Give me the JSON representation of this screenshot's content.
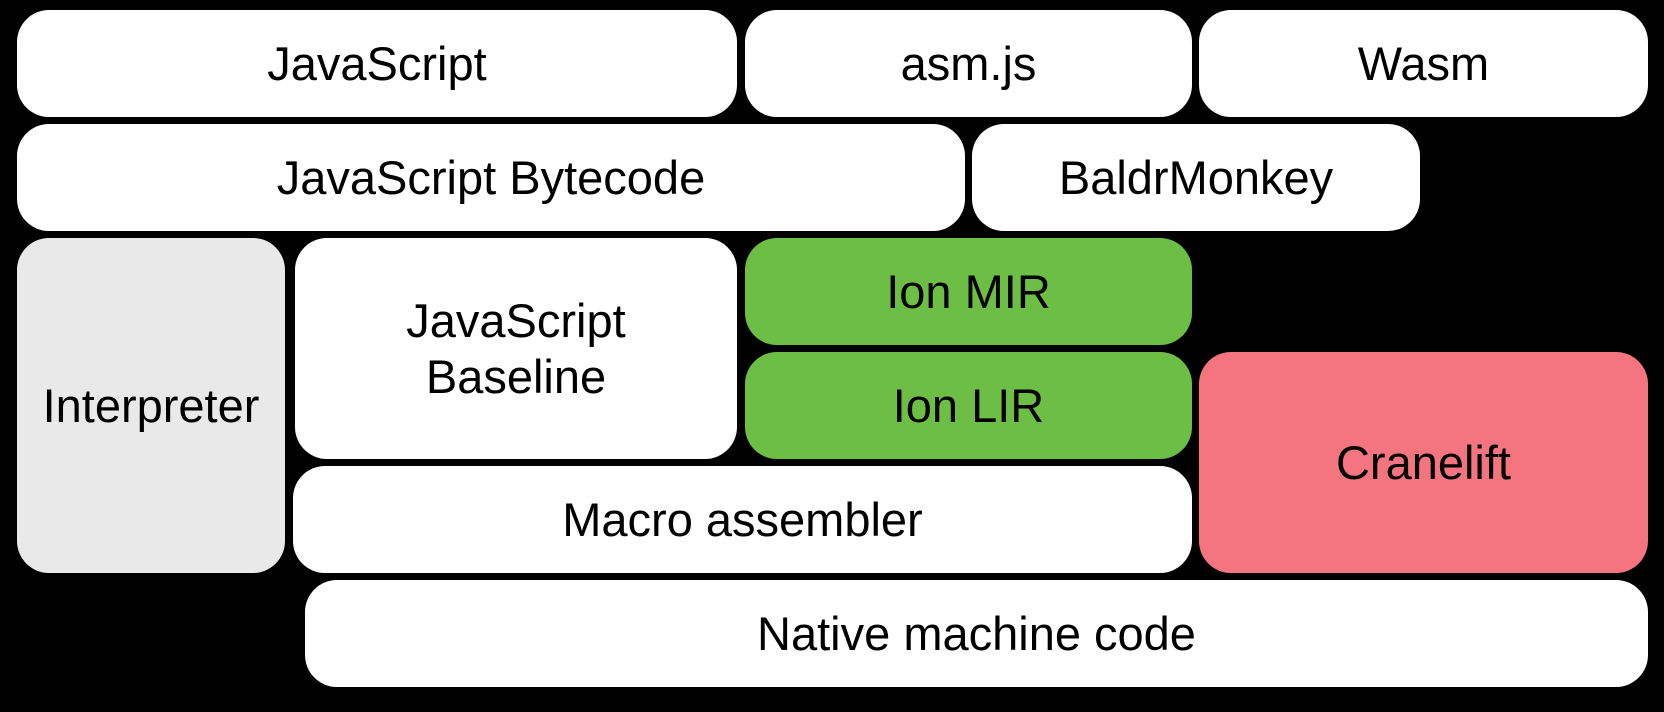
{
  "colors": {
    "background": "#000000",
    "white": "#FFFFFF",
    "gray": "#E9E9E9",
    "green": "#6CBE45",
    "pink": "#F4757F",
    "text": "#000000"
  },
  "diagram": {
    "nodes": {
      "javascript": {
        "label": "JavaScript",
        "fill": "white"
      },
      "asm_js": {
        "label": "asm.js",
        "fill": "white"
      },
      "wasm": {
        "label": "Wasm",
        "fill": "white"
      },
      "javascript_bytecode": {
        "label": "JavaScript Bytecode",
        "fill": "white"
      },
      "baldrmonkey": {
        "label": "BaldrMonkey",
        "fill": "white"
      },
      "interpreter": {
        "label": "Interpreter",
        "fill": "gray"
      },
      "javascript_baseline": {
        "label": "JavaScript Baseline",
        "fill": "white"
      },
      "ion_mir": {
        "label": "Ion MIR",
        "fill": "green"
      },
      "ion_lir": {
        "label": "Ion LIR",
        "fill": "green"
      },
      "cranelift": {
        "label": "Cranelift",
        "fill": "pink"
      },
      "macro_assembler": {
        "label": "Macro assembler",
        "fill": "white"
      },
      "native_machine_code": {
        "label": "Native machine code",
        "fill": "white"
      }
    }
  }
}
